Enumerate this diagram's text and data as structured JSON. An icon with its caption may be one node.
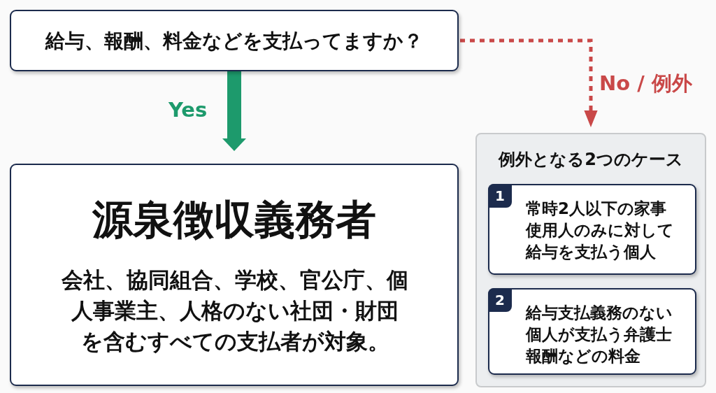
{
  "diagram": {
    "nodes": [
      {
        "text": [
          "給与、報酬、料金などを支払ってますか？"
        ]
      },
      {
        "text": [
          "源泉徴収義務者",
          "会社、協同組合、学校、官公庁、個人事業主、人格のない社団・財団を含むすべての支払者が対象。"
        ]
      },
      {
        "text": [
          "例外となる2つのケース"
        ]
      },
      {
        "text": [
          "1",
          "常時2人以下の家事使用人のみに対して給与を支払う個人"
        ],
        "in": 2
      },
      {
        "text": [
          "2",
          "給与支払義務のない個人が支払う弁護士報酬などの料金"
        ],
        "in": 2
      }
    ],
    "edges": [
      {
        "from": 0,
        "to": 1,
        "arrow": "to",
        "label": "Yes",
        "style": "thick",
        "color": "#1d9a6c"
      },
      {
        "from": 0,
        "to": 2,
        "arrow": "to",
        "label": "No / 例外",
        "style": "dashed",
        "color": "#c94848"
      }
    ]
  }
}
